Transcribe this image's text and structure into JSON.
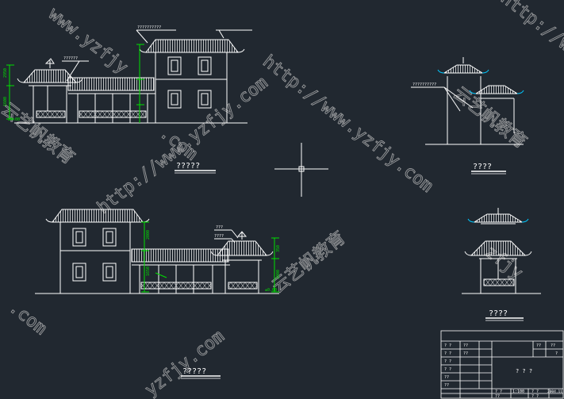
{
  "views": {
    "front_elevation": {
      "title": "?????",
      "dim_top_label": "??????????",
      "note_label": "??????",
      "dims": [
        "2950",
        "1600",
        "±0.00"
      ]
    },
    "rear_elevation": {
      "title": "?????",
      "dims": [
        "350",
        "2000",
        "1650",
        "3000",
        "±0.00"
      ],
      "notes": [
        "???",
        "????"
      ]
    },
    "side_elevation": {
      "title": "????",
      "note_label": "??????????"
    },
    "pavilion_elevation": {
      "title": "????"
    }
  },
  "title_block": {
    "left_labels": [
      "? ?",
      "? ?",
      "? ?",
      "? ?",
      "??",
      "??",
      "??",
      "??"
    ],
    "center_label": "? ? ?",
    "right_top": [
      "??",
      "??",
      "?"
    ],
    "bottom_row": [
      "? ?",
      "1:100",
      "? ?",
      "2004.11",
      "??",
      "? ?"
    ]
  },
  "watermarks": [
    "http://www.yzfjy.com",
    "云艺帆教育",
    "http://www.yzfjy.com",
    "云艺帆教育",
    "www.yzfjy",
    "云艺帆教育",
    "yzfjy.com",
    ".com",
    "http://www.yz",
    ".com",
    "zfjy"
  ],
  "colors": {
    "background": "#212830",
    "line": "#ffffff",
    "dimension": "#00e000",
    "accent": "#00c8ff",
    "watermark": "#c0c0c0"
  },
  "icons": {
    "crosshair": "crosshair-cursor-icon"
  }
}
